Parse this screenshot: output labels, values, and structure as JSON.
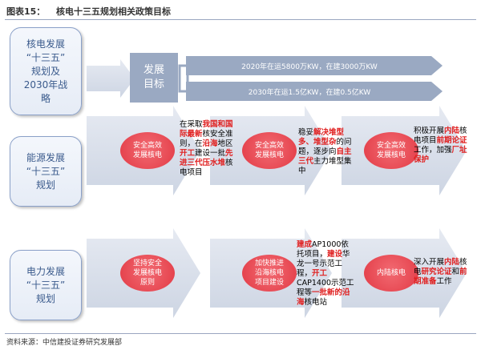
{
  "header": {
    "label": "图表15：",
    "title": "核电十三五规划相关政策目标"
  },
  "source": "资料来源：中信建投证券研究发展部",
  "goals": [
    {
      "label": "核电发展\n“十三五”\n规划及\n2030年战\n略"
    },
    {
      "label": "能源发展\n“十三五”\n规划"
    },
    {
      "label": "电力发展\n“十三五”\n规划"
    }
  ],
  "development": {
    "label": "发展\n目标",
    "targets": [
      "2020年在运5800万KW，在建3000万KW",
      "2030年在运1.5亿KW，在建0.5亿KW"
    ]
  },
  "energy_row": [
    {
      "pill": "安全高效\n发展核电",
      "desc": [
        [
          "n",
          ""
        ],
        [
          "",
          "在采取"
        ],
        [
          "r",
          "我国和国际最新"
        ],
        [
          "",
          "核安全准则，在"
        ],
        [
          "r",
          "沿海"
        ],
        [
          "",
          "地区"
        ],
        [
          "r",
          "开工"
        ],
        [
          "",
          "建设一批"
        ],
        [
          "r",
          "先进三代压水堆"
        ],
        [
          "",
          "核电项目"
        ]
      ]
    },
    {
      "pill": "安全高效\n发展核电",
      "desc": [
        [
          "",
          "稳妥"
        ],
        [
          "r",
          "解决堆型多、堆型杂"
        ],
        [
          "",
          "的问题，逐步向"
        ],
        [
          "r",
          "自主三代"
        ],
        [
          "",
          "主力堆型集中"
        ]
      ]
    },
    {
      "pill": "安全高效\n发展核电",
      "desc": [
        [
          "",
          "积极开展"
        ],
        [
          "r",
          "内陆"
        ],
        [
          "",
          "核电项目"
        ],
        [
          "r",
          "前期论证"
        ],
        [
          "",
          "工作，加强"
        ],
        [
          "r",
          "厂址保护"
        ]
      ]
    }
  ],
  "power_row": [
    {
      "pill": "坚持安全\n发展核电\n原则",
      "desc": []
    },
    {
      "pill": "加快推进\n沿海核电\n项目建设",
      "desc": [
        [
          "r",
          "建成"
        ],
        [
          "",
          "AP1000依托项目，"
        ],
        [
          "r",
          "建设"
        ],
        [
          "",
          "华龙一号示范工程，"
        ],
        [
          "r",
          "开工"
        ],
        [
          "",
          "CAP1400示范工程等"
        ],
        [
          "r",
          "一批新的沿海"
        ],
        [
          "",
          "核电站"
        ]
      ]
    },
    {
      "pill": "内陆核电",
      "desc": [
        [
          "",
          "深入开展"
        ],
        [
          "r",
          "内陆"
        ],
        [
          "",
          "核电"
        ],
        [
          "r",
          "研究论证"
        ],
        [
          "",
          "和"
        ],
        [
          "r",
          "前期准备"
        ],
        [
          "",
          "工作"
        ]
      ]
    }
  ]
}
